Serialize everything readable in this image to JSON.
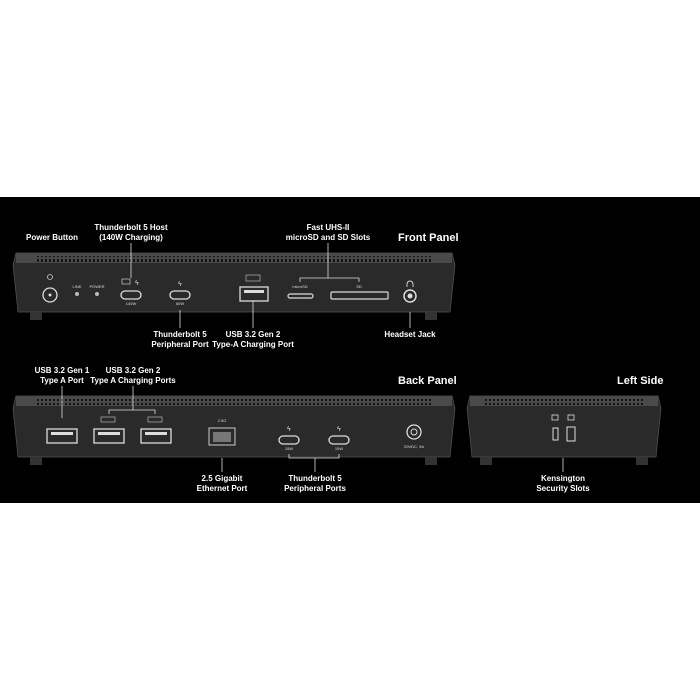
{
  "front": {
    "title": "Front Panel",
    "labels": {
      "power_button": "Power Button",
      "tb_host_1": "Thunderbolt 5 Host",
      "tb_host_2": "(140W Charging)",
      "card_1": "Fast UHS-II",
      "card_2": "microSD and SD Slots",
      "tb_periph_1": "Thunderbolt 5",
      "tb_periph_2": "Peripheral Port",
      "usba_1": "USB 3.2 Gen 2",
      "usba_2": "Type-A Charging Port",
      "headset": "Headset Jack"
    },
    "port_text": {
      "link": "LINK",
      "power": "POWER",
      "host_w": "140W",
      "periph_w": "60W",
      "microsd": "microSD",
      "sd": "SD"
    }
  },
  "back": {
    "title": "Back Panel",
    "labels": {
      "gen1_1": "USB 3.2 Gen 1",
      "gen1_2": "Type A Port",
      "gen2_1": "USB 3.2 Gen 2",
      "gen2_2": "Type A Charging Ports",
      "eth_1": "2.5 Gigabit",
      "eth_2": "Ethernet Port",
      "tb_1": "Thunderbolt 5",
      "tb_2": "Peripheral Ports"
    },
    "port_text": {
      "eth_speed": "2.5G",
      "tb_w1": "15W",
      "tb_w2": "15W",
      "dc": "20VDC, 9A"
    }
  },
  "left": {
    "title": "Left Side",
    "labels": {
      "k_1": "Kensington",
      "k_2": "Security Slots"
    }
  }
}
